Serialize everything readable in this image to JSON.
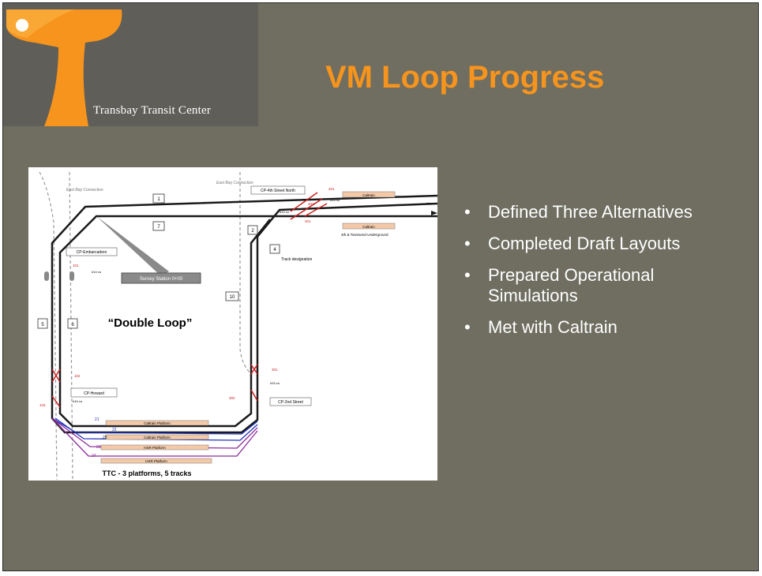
{
  "slide": {
    "title": "VM Loop Progress",
    "logo": {
      "name": "Transbay Transit Center",
      "icon": "transbay-t-logo"
    },
    "bullets": [
      "Defined Three Alternatives",
      "Completed Draft Layouts",
      "Prepared Operational Simulations",
      "Met with Caltrain"
    ],
    "colors": {
      "background": "#6f6e61",
      "title": "#f7941d",
      "text": "#ffffff",
      "logo_orange": "#f7941d"
    }
  },
  "diagram": {
    "loop_name": "“Double Loop”",
    "caption": "TTC - 3 platforms, 5 tracks",
    "east_bay_left": "East Bay Connection",
    "east_bay_right": "East Bay Connection",
    "cp_4th_street_north": "CP-4th Street North",
    "cp_embarcadero": "CP-Embarcadero",
    "cp_howard": "CP-Howard",
    "cp_2nd_street": "CP-2nd Street",
    "survey_station": "Survey Station 0+00",
    "track_designation": "Track designation",
    "fourth_townsend": "4th & Townsend Underground",
    "caltrain_label": "Caltrain",
    "track_numbers": [
      "1",
      "7",
      "2",
      "4",
      "10",
      "5",
      "6"
    ],
    "switch_labels": [
      "401",
      "402",
      "401",
      "101",
      "102",
      "103",
      "301",
      "302"
    ],
    "turnout_labels": [
      "#15 xo",
      "#14 xo",
      "#14 xo",
      "#15 xo",
      "#15 xo"
    ],
    "platform_tracks": [
      "21",
      "22",
      "23",
      "24",
      "25"
    ],
    "platforms": [
      "Caltrain Platform",
      "Caltrain Platform",
      "HSR Platform",
      "HSR Platform"
    ]
  }
}
